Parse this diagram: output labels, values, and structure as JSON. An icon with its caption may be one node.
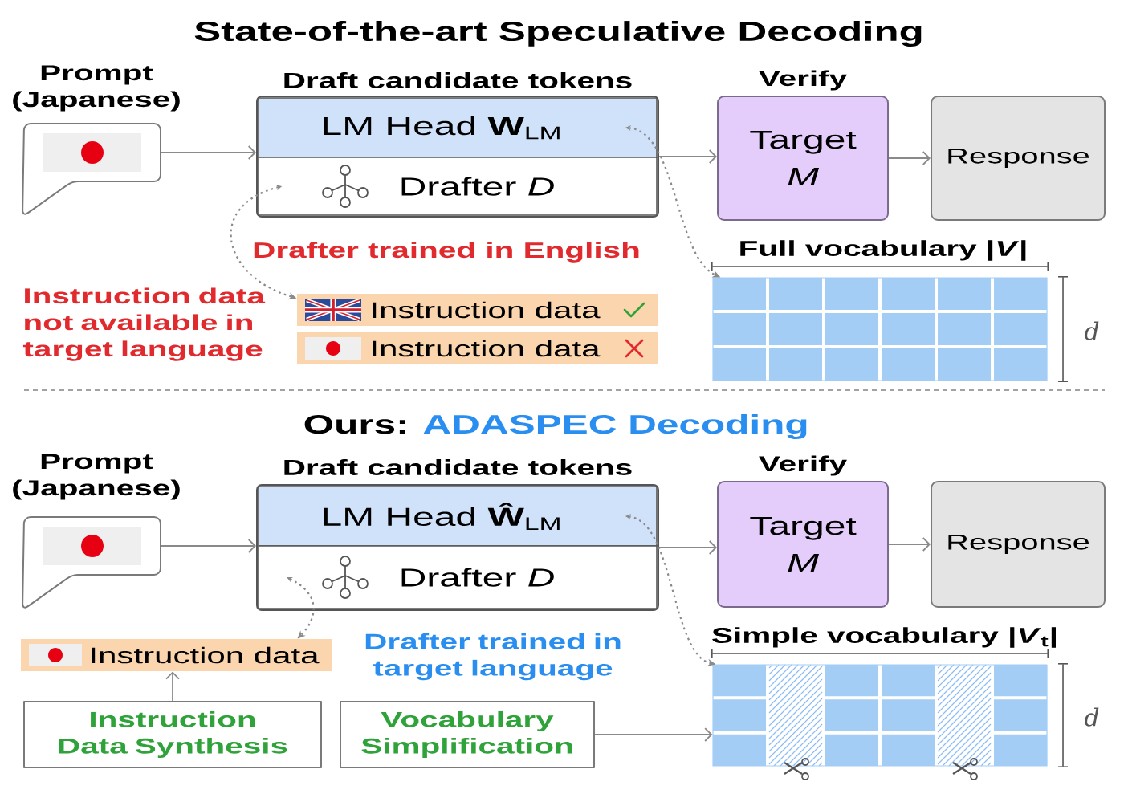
{
  "diagram": {
    "title": "State-of-the-art Speculative Decoding",
    "nodes": [
      {
        "text": [
          "Prompt (Japanese)"
        ]
      },
      {
        "text": [
          "Draft candidate tokens"
        ]
      },
      {
        "text": [
          "LM Head **W**$_{LM}$"
        ],
        "in": 1
      },
      {
        "text": [
          "Drafter *D*"
        ],
        "in": 1
      },
      {
        "text": [
          "Verify",
          "Target *M*"
        ]
      },
      {
        "text": [
          "Response"
        ]
      },
      {
        "text": [
          "Full vocabulary |*V*|"
        ],
        "beside": [
          "d"
        ]
      },
      {
        "text": [
          "Instruction data"
        ]
      },
      {
        "text": [
          "Instruction data"
        ]
      },
      {
        "text": [
          "Prompt (Japanese)"
        ]
      },
      {
        "text": [
          "Draft candidate tokens"
        ]
      },
      {
        "text": [
          "LM Head **Ŵ**$_{LM}$"
        ],
        "in": 10
      },
      {
        "text": [
          "Drafter *D*"
        ],
        "in": 10
      },
      {
        "text": [
          "Verify",
          "Target *M*"
        ]
      },
      {
        "text": [
          "Response"
        ]
      },
      {
        "text": [
          "Simple vocabulary |*V*$_{t}$|"
        ],
        "beside": [
          "d"
        ]
      },
      {
        "text": [
          "Instruction data"
        ]
      },
      {
        "text": [
          "Instruction Data Synthesis"
        ]
      },
      {
        "text": [
          "Vocabulary Simplification"
        ]
      }
    ],
    "edges": [
      {
        "from": 0,
        "to": 1,
        "arrow": "to"
      },
      {
        "from": 1,
        "to": 4,
        "arrow": "to"
      },
      {
        "from": 4,
        "to": 5,
        "arrow": "to"
      },
      {
        "from": 2,
        "to": 6,
        "arrow": "both",
        "style": "dashed"
      },
      {
        "from": 3,
        "to": 7,
        "arrow": "both",
        "style": "dashed"
      },
      {
        "from": 9,
        "to": 10,
        "arrow": "to"
      },
      {
        "from": 10,
        "to": 13,
        "arrow": "to"
      },
      {
        "from": 13,
        "to": 14,
        "arrow": "to"
      },
      {
        "from": 11,
        "to": 15,
        "arrow": "both",
        "style": "dashed"
      },
      {
        "from": 12,
        "to": 16,
        "arrow": "both",
        "style": "dashed"
      },
      {
        "from": 17,
        "to": 16,
        "arrow": "to"
      },
      {
        "from": 18,
        "to": 15,
        "arrow": "to"
      }
    ],
    "labels": [
      "Drafter trained in English",
      "Instruction data not available in target language",
      "Ours:",
      "ADASPEC Decoding",
      "Drafter trained in target language"
    ]
  }
}
